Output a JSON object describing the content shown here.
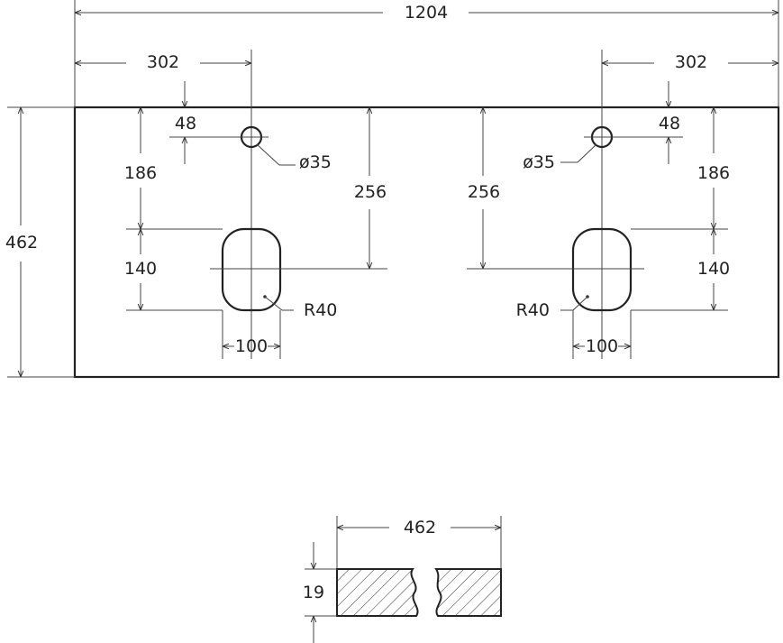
{
  "drawing": {
    "stroke_color": "#222222",
    "background": "#ffffff",
    "top_view": {
      "overall_width": "1204",
      "overall_depth": "462",
      "tap_offset_left": "302",
      "tap_offset_right": "302",
      "tap_from_back_left": "48",
      "tap_from_back_right": "48",
      "tap_hole_left": "ø35",
      "tap_hole_right": "ø35",
      "back_to_drain_top_left": "186",
      "back_to_drain_top_right": "186",
      "back_to_drain_center_left": "256",
      "back_to_drain_center_right": "256",
      "drain_length_left": "140",
      "drain_length_right": "140",
      "drain_radius_left": "R40",
      "drain_radius_right": "R40",
      "drain_width_left": "100",
      "drain_width_right": "100"
    },
    "section_view": {
      "depth": "462",
      "thickness": "19"
    }
  }
}
